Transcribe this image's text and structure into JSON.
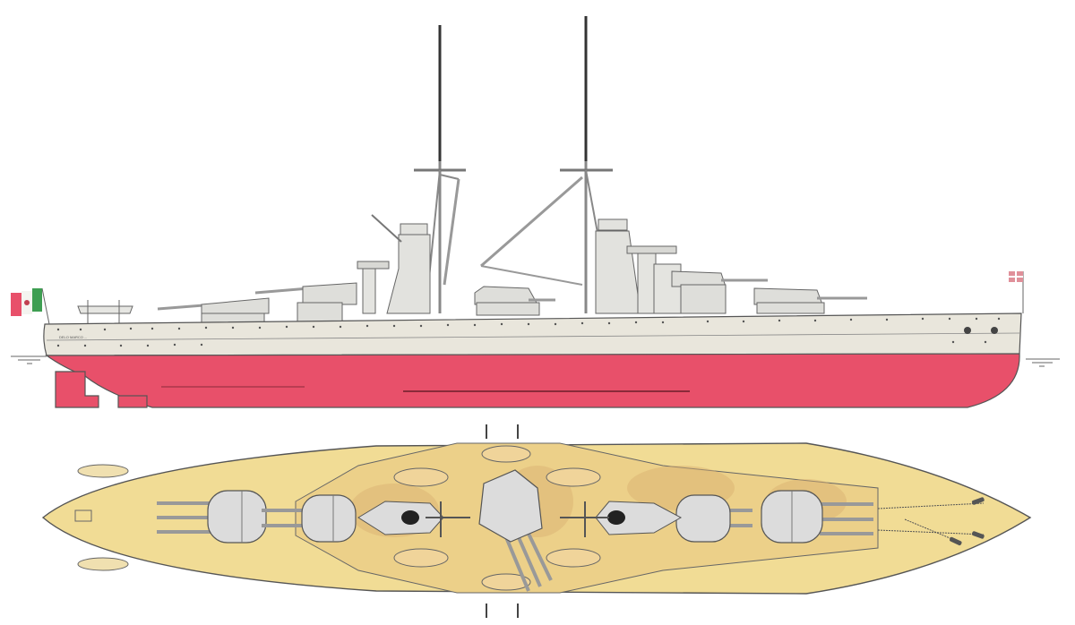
{
  "figure": {
    "type": "naval-ship-illustration",
    "views": [
      "side-profile",
      "top-plan"
    ]
  },
  "side_profile": {
    "hull_name_text": "DELO MARCO ...",
    "colors": {
      "upper_hull": "#e9e6dc",
      "lower_hull": "#e8506a",
      "superstructure": "#dcdcd8",
      "outline": "#555555"
    },
    "stern_flag": "italian-tricolor-flag",
    "bow_flag": "jack-flag",
    "main_turrets": 5,
    "masts": 2,
    "funnels": 2
  },
  "top_plan": {
    "colors": {
      "deck": "#f1dc95",
      "deck_shade": "#d9b070",
      "turret": "#dcdcdc",
      "outline": "#555555"
    },
    "main_turrets": 5,
    "boats": 6
  }
}
